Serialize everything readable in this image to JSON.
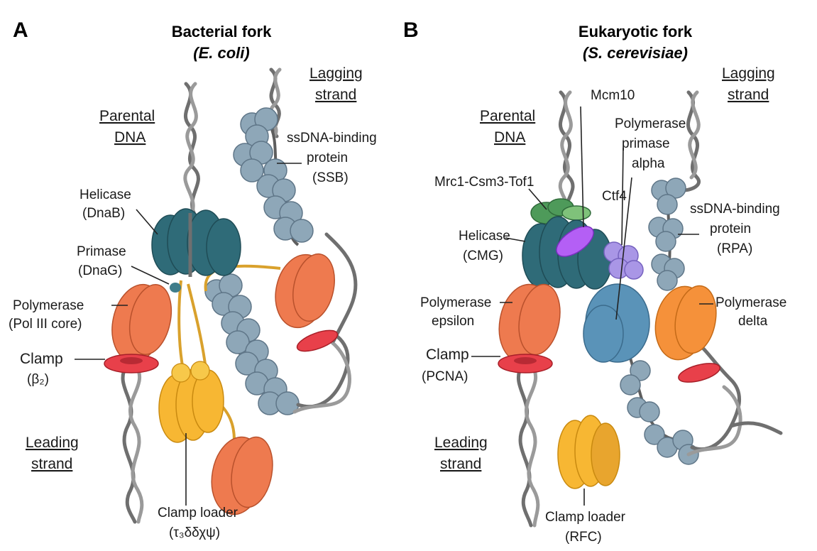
{
  "panel_a": {
    "letter": "A",
    "title_line1": "Bacterial fork",
    "title_line2": "(E. coli)",
    "labels": {
      "lagging_1": "Lagging",
      "lagging_2": "strand",
      "parental_1": "Parental",
      "parental_2": "DNA",
      "ssb_1": "ssDNA-binding",
      "ssb_2": "protein",
      "ssb_3": "(SSB)",
      "helicase_1": "Helicase",
      "helicase_2": "(DnaB)",
      "primase_1": "Primase",
      "primase_2": "(DnaG)",
      "polymerase_1": "Polymerase",
      "polymerase_2": "(Pol III core)",
      "clamp_1": "Clamp",
      "clamp_2": "(β₂)",
      "leading_1": "Leading",
      "leading_2": "strand",
      "loader_1": "Clamp loader",
      "loader_2": "(τ₃δδχψ)"
    }
  },
  "panel_b": {
    "letter": "B",
    "title_line1": "Eukaryotic fork",
    "title_line2": "(S. cerevisiae)",
    "labels": {
      "lagging_1": "Lagging",
      "lagging_2": "strand",
      "parental_1": "Parental",
      "parental_2": "DNA",
      "mcm10": "Mcm10",
      "polprim_1": "Polymerase",
      "polprim_2": "primase",
      "polprim_3": "alpha",
      "mrc": "Mrc1-Csm3-Tof1",
      "ctf4": "Ctf4",
      "rpa_1": "ssDNA-binding",
      "rpa_2": "protein",
      "rpa_3": "(RPA)",
      "helicase_1": "Helicase",
      "helicase_2": "(CMG)",
      "pole_1": "Polymerase",
      "pole_2": "epsilon",
      "pold_1": "Polymerase",
      "pold_2": "delta",
      "clamp_1": "Clamp",
      "clamp_2": "(PCNA)",
      "leading_1": "Leading",
      "leading_2": "strand",
      "loader_1": "Clamp loader",
      "loader_2": "(RFC)"
    }
  },
  "colors": {
    "helicase": "#2f6b78",
    "polymerase": "#ee7a4f",
    "polymerase_delta": "#f5913a",
    "clamp": "#e8404a",
    "clamp_loader": "#f7b733",
    "ssb": "#8ea7b8",
    "mcm10": "#b45ff5",
    "ctf4": "#a996e6",
    "mrc": "#4e9a5a",
    "pol_alpha": "#5a93b8"
  }
}
